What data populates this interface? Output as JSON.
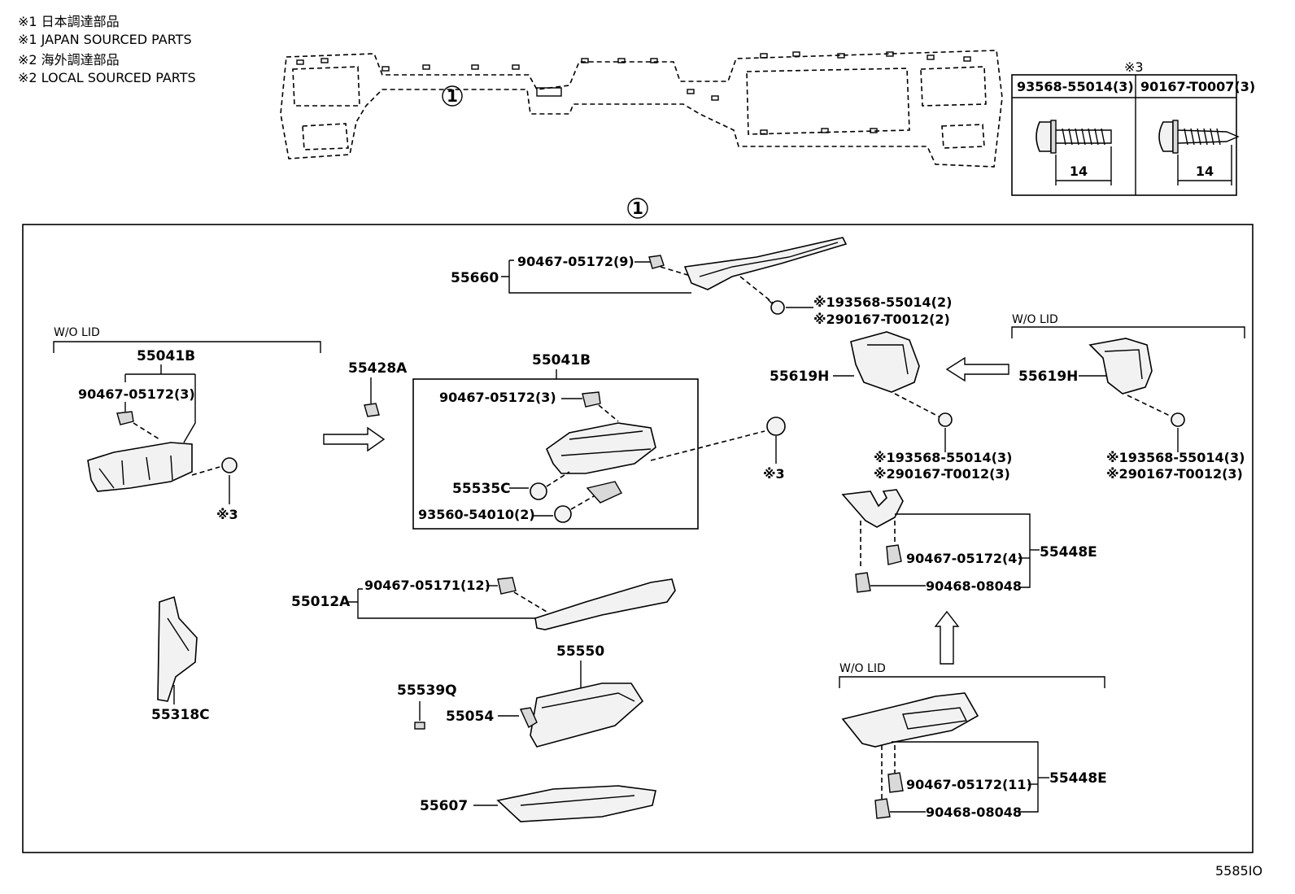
{
  "notes": [
    "※1 日本調達部品",
    "※1 JAPAN SOURCED PARTS",
    "※2 海外調達部品",
    "※2 LOCAL SOURCED PARTS"
  ],
  "circle_label": "1",
  "screw_box": {
    "header": "※3",
    "col1": "93568-55014(3)",
    "col2": "90167-T0007(3)",
    "dim1": "14",
    "dim2": "14"
  },
  "labels": {
    "p55660": "55660",
    "p55660_clip": "90467-05172(9)",
    "p55660_s1": "※193568-55014(2)",
    "p55660_s2": "※290167-T0012(2)",
    "wol_left": "W/O LID",
    "p55041B_left": "55041B",
    "p55041B_left_clip": "90467-05172(3)",
    "star3_left": "※3",
    "p55428A": "55428A",
    "p55041B_mid": "55041B",
    "p55041B_mid_clip": "90467-05172(3)",
    "p55535C": "55535C",
    "p93560": "93560-54010(2)",
    "star3_mid": "※3",
    "p55619H_mid": "55619H",
    "p55619H_mid_s1": "※193568-55014(3)",
    "p55619H_mid_s2": "※290167-T0012(3)",
    "wol_right": "W/O LID",
    "p55619H_right": "55619H",
    "p55619H_right_s1": "※193568-55014(3)",
    "p55619H_right_s2": "※290167-T0012(3)",
    "p55448E_top": "55448E",
    "p55448E_top_clip": "90467-05172(4)",
    "p55448E_top_nut": "90468-08048",
    "p55012A": "55012A",
    "p55012A_clip": "90467-05171(12)",
    "p55318C": "55318C",
    "p55550": "55550",
    "p55539Q": "55539Q",
    "p55054": "55054",
    "p55607": "55607",
    "wol_bottom": "W/O LID",
    "p55448E_bot": "55448E",
    "p55448E_bot_clip": "90467-05172(11)",
    "p55448E_bot_nut": "90468-08048"
  },
  "figure_code": "5585IO"
}
